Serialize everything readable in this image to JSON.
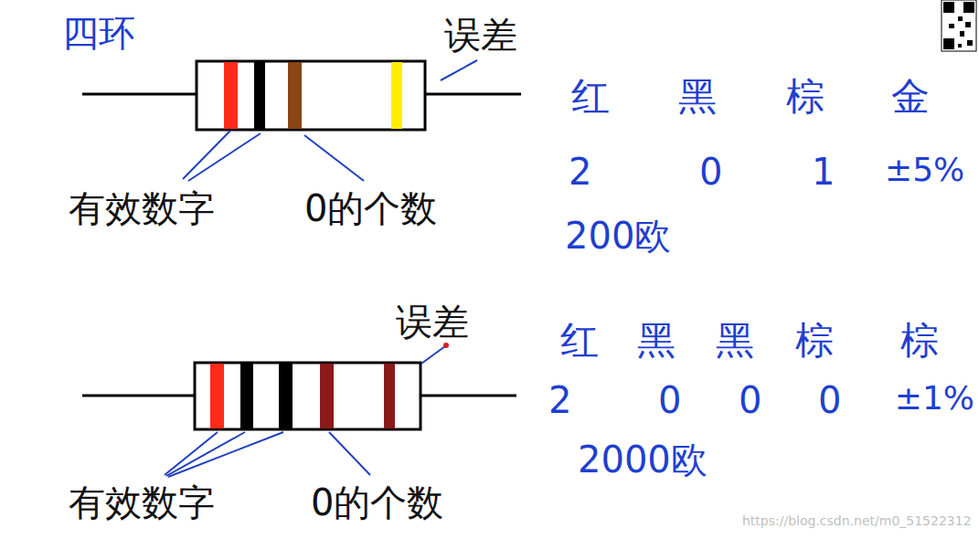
{
  "diagram": {
    "title": "四环",
    "labels": [
      "误差",
      "有效数字",
      "0的个数",
      "红",
      "黑",
      "棕",
      "金",
      "2",
      "0",
      "1",
      "±5%",
      "200欧",
      "误差",
      "有效数字",
      "0的个数",
      "红",
      "黑",
      "黑",
      "棕",
      "棕",
      "2",
      "0",
      "0",
      "0",
      "±1%",
      "2000欧",
      "https://blog.csdn.net/m0_51522312"
    ]
  }
}
